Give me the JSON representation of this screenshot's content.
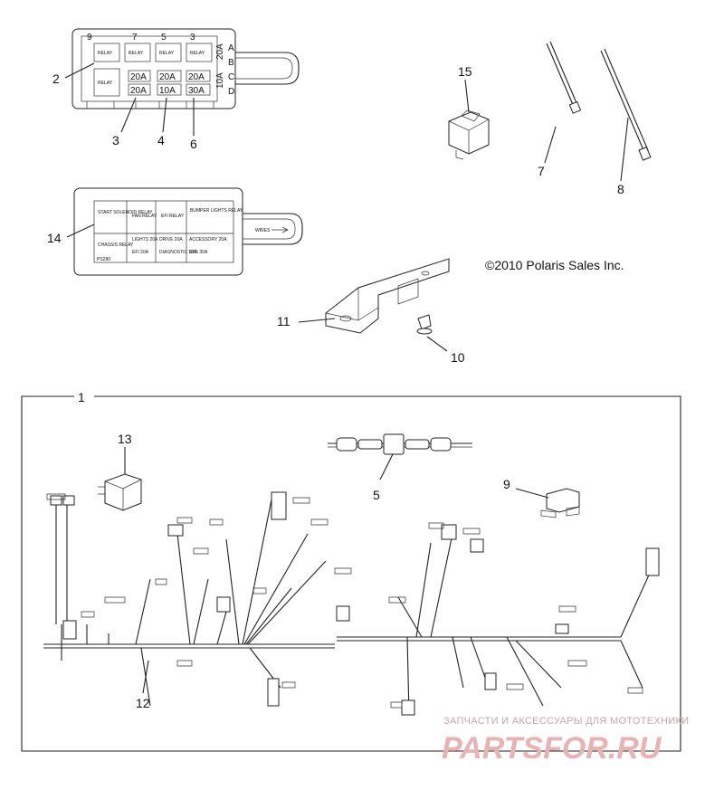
{
  "copyright": "©2010 Polaris Sales Inc.",
  "callouts": [
    "1",
    "2",
    "3",
    "4",
    "5",
    "6",
    "7",
    "8",
    "9",
    "10",
    "11",
    "12",
    "13",
    "14",
    "15"
  ],
  "fuse_box": {
    "positions": [
      "9",
      "7",
      "5",
      "3"
    ],
    "rows": [
      "A",
      "B",
      "C",
      "D"
    ],
    "relay_label": "RELAY",
    "fuses": [
      "20A",
      "20A",
      "20A",
      "20A",
      "10A",
      "30A"
    ],
    "side_fuses": [
      "20A",
      "10A"
    ]
  },
  "cover": {
    "cells": [
      [
        "START SOLENOID RELAY",
        "FAN RELAY",
        "EFI RELAY",
        "BUMPER LIGHTS RELAY"
      ],
      [
        "CHASSIS RELAY",
        "LIGHTS 20A",
        "DRIVE 20A",
        "ACCESSORY 20A"
      ],
      [
        "",
        "EFI 20A",
        "DIAGNOSTIC 10A",
        "EPS 30A"
      ]
    ],
    "side_label": "WIRES",
    "part_no": "PS280"
  },
  "watermark": {
    "line1": "ЗАПЧАСТИ И АКСЕССУАРЫ ДЛЯ МОТОТЕХНИКИ",
    "line2": "PARTSFOR.RU"
  },
  "colors": {
    "ink": "#222222",
    "watermark_text": "#c9a6a6",
    "watermark_logo": "#e7b3b3"
  }
}
